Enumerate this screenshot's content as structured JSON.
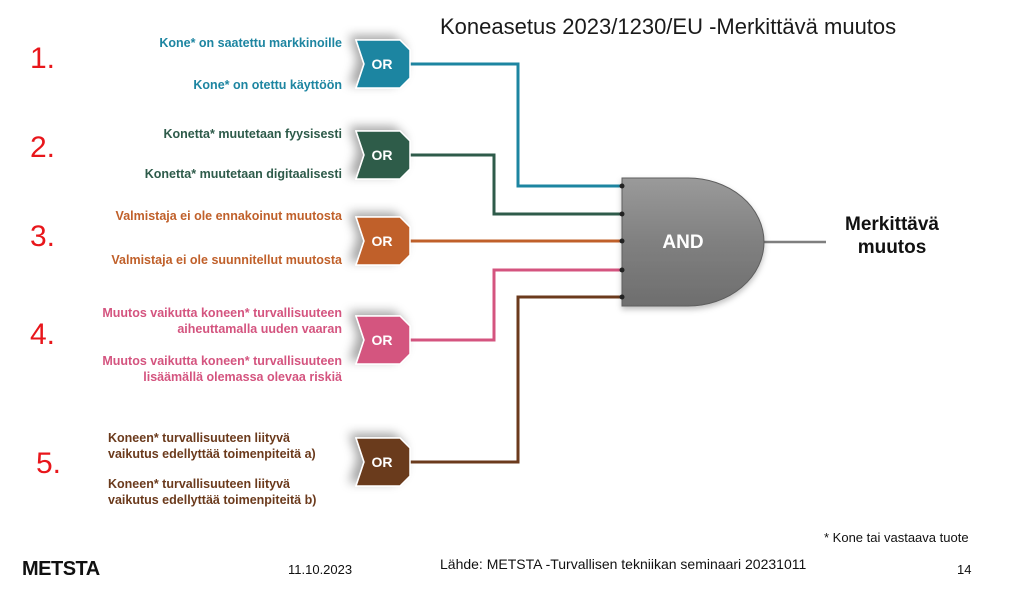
{
  "title": "Koneasetus 2023/1230/EU -Merkittävä muutos",
  "colors": {
    "group1": "#1d85a1",
    "group2": "#2e5b4a",
    "group3": "#c0602a",
    "group4": "#d4547f",
    "group5": "#6b3a1c",
    "number": "#e8161b",
    "and_gate": "#7f7f7f"
  },
  "groups": [
    {
      "number": "1.",
      "gate_label": "OR",
      "conditions": [
        "Kone* on saatettu markkinoille",
        "Kone* on otettu käyttöön"
      ]
    },
    {
      "number": "2.",
      "gate_label": "OR",
      "conditions": [
        "Konetta* muutetaan fyysisesti",
        "Konetta* muutetaan digitaalisesti"
      ]
    },
    {
      "number": "3.",
      "gate_label": "OR",
      "conditions": [
        "Valmistaja ei ole ennakoinut muutosta",
        "Valmistaja ei ole suunnitellut muutosta"
      ]
    },
    {
      "number": "4.",
      "gate_label": "OR",
      "conditions": [
        "Muutos vaikutta koneen* turvallisuuteen aiheuttamalla uuden vaaran",
        "Muutos vaikutta koneen* turvallisuuteen lisäämällä olemassa olevaa riskiä"
      ]
    },
    {
      "number": "5.",
      "gate_label": "OR",
      "conditions": [
        "Koneen* turvallisuuteen liityvä vaikutus edellyttää toimenpiteitä a)",
        "Koneen* turvallisuuteen liityvä vaikutus edellyttää toimenpiteitä b)"
      ]
    }
  ],
  "and_gate": {
    "label": "AND"
  },
  "result": {
    "line1": "Merkittävä",
    "line2": "muutos"
  },
  "footnote": "* Kone tai vastaava tuote",
  "footer": {
    "logo": "METSTA",
    "date": "11.10.2023",
    "source": "Lähde: METSTA -Turvallisen tekniikan seminaari 20231011",
    "page": "14"
  }
}
